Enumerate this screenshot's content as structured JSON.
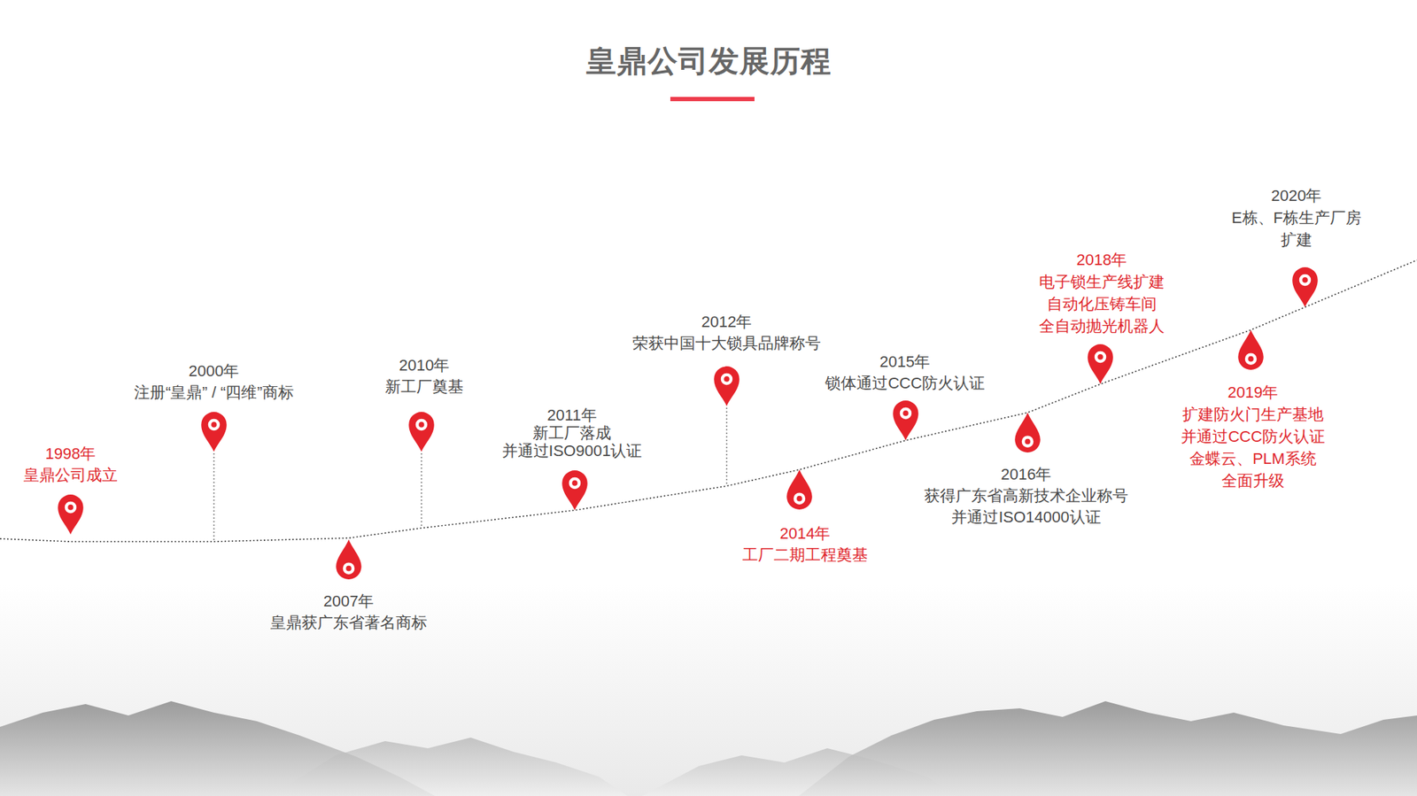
{
  "diagram": {
    "title": "皇鼎公司发展历程",
    "nodes": [
      {
        "text": [
          "1998年",
          "皇鼎公司成立"
        ]
      },
      {
        "text": [
          "2000年",
          "注册“皇鼎” / “四维”商标"
        ]
      },
      {
        "text": [
          "2007年",
          "皇鼎获广东省著名商标"
        ]
      },
      {
        "text": [
          "2010年",
          "新工厂奠基"
        ]
      },
      {
        "text": [
          "2011年",
          "新工厂落成 并通过ISO9001认证"
        ]
      },
      {
        "text": [
          "2012年",
          "荣获中国十大锁具品牌称号"
        ]
      },
      {
        "text": [
          "2014年",
          "工厂二期工程奠基"
        ]
      },
      {
        "text": [
          "2015年",
          "锁体通过CCC防火认证"
        ]
      },
      {
        "text": [
          "2016年",
          "获得广东省高新技术企业称号 并通过ISO14000认证"
        ]
      },
      {
        "text": [
          "2018年",
          "电子锁生产线扩建 自动化压铸车间 全自动抛光机器人"
        ]
      },
      {
        "text": [
          "2019年",
          "扩建防火门生产基地 并通过CCC防火认证 金蝶云、PLM系统 全面升级"
        ]
      },
      {
        "text": [
          "2020年",
          "E栋、F栋生产厂房 扩建"
        ]
      }
    ]
  }
}
